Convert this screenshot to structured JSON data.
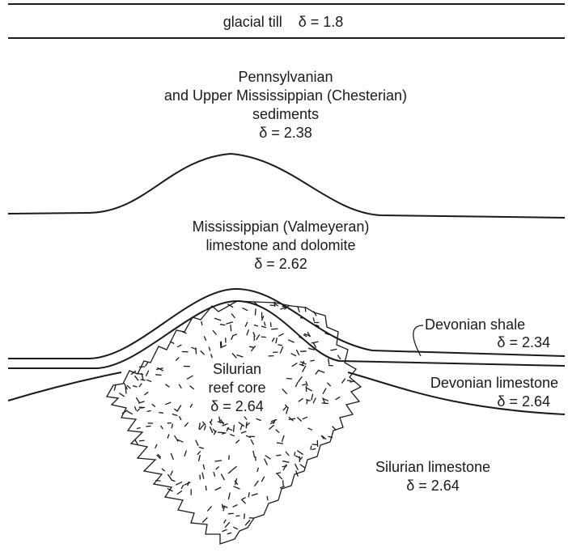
{
  "diagram": {
    "layers": [
      {
        "id": "till",
        "lines": [
          "glacial till    δ = 1.8"
        ]
      },
      {
        "id": "penn",
        "lines": [
          "Pennsylvanian",
          "and Upper Mississippian (Chesterian)",
          "sediments",
          "δ = 2.38"
        ]
      },
      {
        "id": "miss",
        "lines": [
          "Mississippian (Valmeyeran)",
          "limestone and dolomite",
          "δ = 2.62"
        ]
      },
      {
        "id": "dev_shale",
        "lines": [
          "Devonian shale",
          "δ = 2.34"
        ]
      },
      {
        "id": "dev_lime",
        "lines": [
          "Devonian limestone",
          "δ = 2.64"
        ]
      },
      {
        "id": "reef",
        "lines": [
          "Silurian",
          "reef core",
          "δ = 2.64"
        ]
      },
      {
        "id": "sil_lime",
        "lines": [
          "Silurian limestone",
          "δ = 2.64"
        ]
      }
    ]
  }
}
